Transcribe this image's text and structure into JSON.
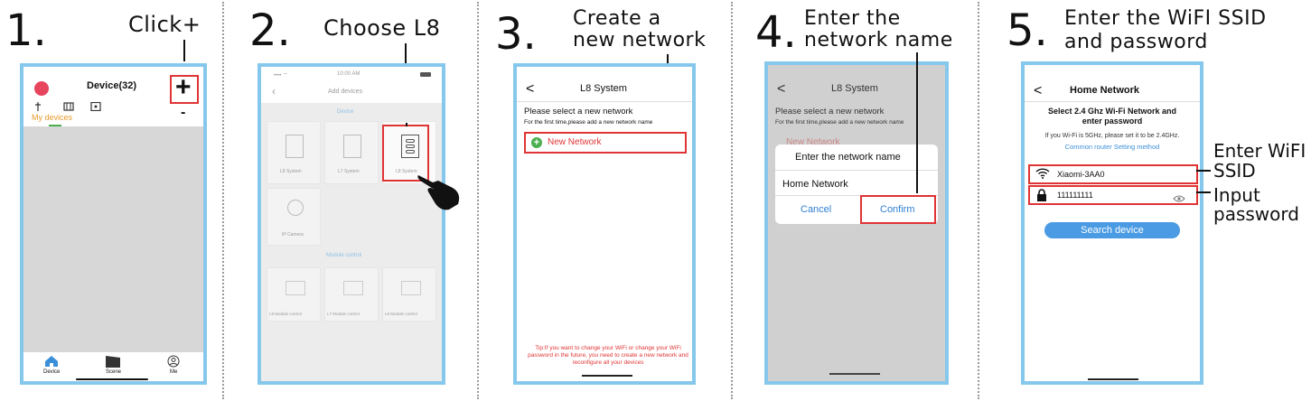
{
  "steps": [
    {
      "number": "1.",
      "title": "Click+"
    },
    {
      "number": "2.",
      "title": "Choose L8"
    },
    {
      "number": "3.",
      "title_line1": "Create a",
      "title_line2": "new network"
    },
    {
      "number": "4.",
      "title_line1": "Enter the",
      "title_line2": "network name"
    },
    {
      "number": "5.",
      "title_line1": "Enter the WiFI SSID",
      "title_line2": "and password"
    }
  ],
  "screen1": {
    "title": "Device(32)",
    "tab_label": "My devices",
    "plus": "+",
    "minus": "-",
    "nav": [
      {
        "label": "Device",
        "icon": "home-icon"
      },
      {
        "label": "Scene",
        "icon": "clapperboard-icon"
      },
      {
        "label": "Me",
        "icon": "person-icon"
      }
    ],
    "colors": {
      "accent": "#3b8fd9",
      "tab": "#e89a2c",
      "avatar": "#e7455e"
    }
  },
  "screen2": {
    "status_time": "10:00 AM",
    "title": "Add devices",
    "section_device": "Device",
    "section_module": "Module control",
    "devices": [
      "L8 System",
      "L7 System",
      "L8 System",
      "IP Camera"
    ],
    "modules": [
      "L8 Module control",
      "L7 Module control",
      "L8 Module control"
    ]
  },
  "screen3": {
    "back": "<",
    "title": "L8 System",
    "heading": "Please select a new network",
    "subtext": "For the first time,please add a new network name",
    "new_network": "New Network",
    "tip": "Tip:If you want to change your WiFi or change your WiFi password in the future, you need to create a new network and reconfigure all your devices"
  },
  "screen4": {
    "back": "<",
    "title": "L8 System",
    "heading": "Please select a new network",
    "subtext": "For the first time,please add a new network name",
    "new_network": "New Network",
    "dialog_title": "Enter the network name",
    "input_value": "Home Network",
    "cancel": "Cancel",
    "confirm": "Confirm"
  },
  "screen5": {
    "back": "<",
    "title": "Home Network",
    "heading_line1": "Select 2.4 Ghz Wi-Fi Network and",
    "heading_line2": "enter password",
    "note": "If you Wi-Fi is 5GHz, please set it to be 2.4GHz.",
    "link": "Common router Setting method",
    "ssid": "Xiaomi-3AA0",
    "password": "111111111",
    "button": "Search device",
    "callout_ssid_line1": "Enter WiFI",
    "callout_ssid_line2": "SSID",
    "callout_pw_line1": "Input",
    "callout_pw_line2": "password"
  }
}
